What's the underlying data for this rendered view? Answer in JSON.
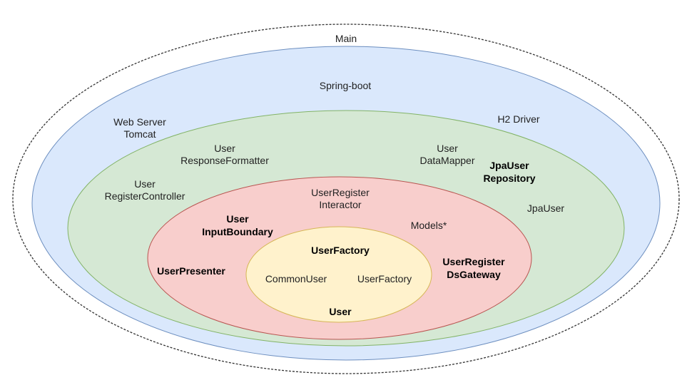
{
  "colors": {
    "main_stroke": "#333333",
    "spring_fill": "#dae8fc",
    "spring_stroke": "#6c8ebf",
    "adapter_fill": "#d5e8d4",
    "adapter_stroke": "#82b366",
    "usecase_fill": "#f8cecc",
    "usecase_stroke": "#b85450",
    "entity_fill": "#fff2cc",
    "entity_stroke": "#d6b656"
  },
  "layers": {
    "main": {
      "title": "Main"
    },
    "spring": {
      "title": "Spring-boot",
      "web_server": [
        "Web Server",
        "Tomcat"
      ],
      "h2_driver": "H2 Driver"
    },
    "adapters": {
      "response_formatter": [
        "User",
        "ResponseFormatter"
      ],
      "data_mapper": [
        "User",
        "DataMapper"
      ],
      "jpa_repository": [
        "JpaUser",
        "Repository"
      ],
      "register_controller": [
        "User",
        "RegisterController"
      ],
      "jpa_user": "JpaUser"
    },
    "use_cases": {
      "interactor": [
        "UserRegister",
        "Interactor"
      ],
      "input_boundary": [
        "User",
        "InputBoundary"
      ],
      "models": "Models*",
      "presenter": "UserPresenter",
      "ds_gateway": [
        "UserRegister",
        "DsGateway"
      ]
    },
    "entities": {
      "factory_title": "UserFactory",
      "common_user": "CommonUser",
      "user_factory": "UserFactory",
      "user": "User"
    }
  }
}
